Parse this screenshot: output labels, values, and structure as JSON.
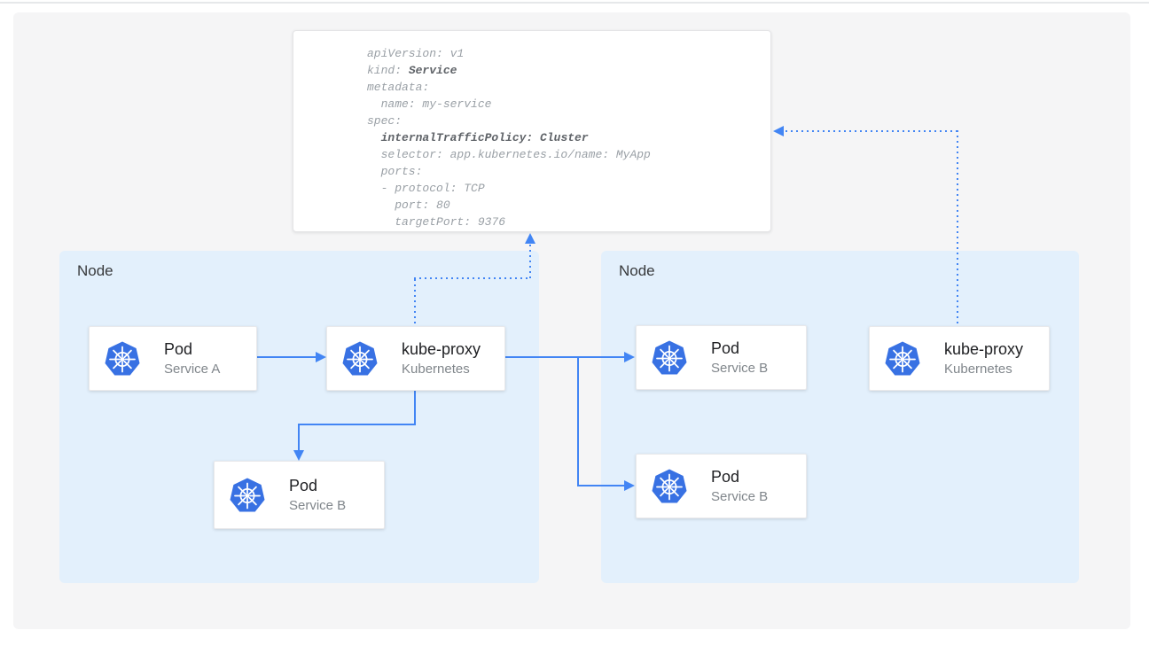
{
  "yaml": {
    "lines": [
      "apiVersion: v1",
      "kind: Service",
      "metadata:",
      "  name: my-service",
      "spec:",
      "  internalTrafficPolicy: Cluster",
      "  selector: app.kubernetes.io/name: MyApp",
      "  ports:",
      "  - protocol: TCP",
      "    port: 80",
      "    targetPort: 9376"
    ],
    "bold_phrases": [
      "Service",
      "internalTrafficPolicy: Cluster"
    ]
  },
  "nodes": {
    "left": {
      "label": "Node"
    },
    "right": {
      "label": "Node"
    }
  },
  "cards": {
    "pod_service_a": {
      "title": "Pod",
      "subtitle": "Service A"
    },
    "kube_proxy_left": {
      "title": "kube-proxy",
      "subtitle": "Kubernetes"
    },
    "pod_service_b_left": {
      "title": "Pod",
      "subtitle": "Service B"
    },
    "pod_service_b_right_1": {
      "title": "Pod",
      "subtitle": "Service B"
    },
    "pod_service_b_right_2": {
      "title": "Pod",
      "subtitle": "Service B"
    },
    "kube_proxy_right": {
      "title": "kube-proxy",
      "subtitle": "Kubernetes"
    }
  },
  "icons": {
    "kubernetes": "kubernetes-helm-wheel"
  },
  "colors": {
    "arrow_blue": "#4285f4",
    "kubernetes_blue": "#3871e3",
    "node_background": "#e3f0fc",
    "panel_background": "#f5f5f6",
    "yaml_text": "#9aa0a6",
    "yaml_bold_text": "#5f6368",
    "title_text": "#202124",
    "subtitle_text": "#80868b"
  }
}
